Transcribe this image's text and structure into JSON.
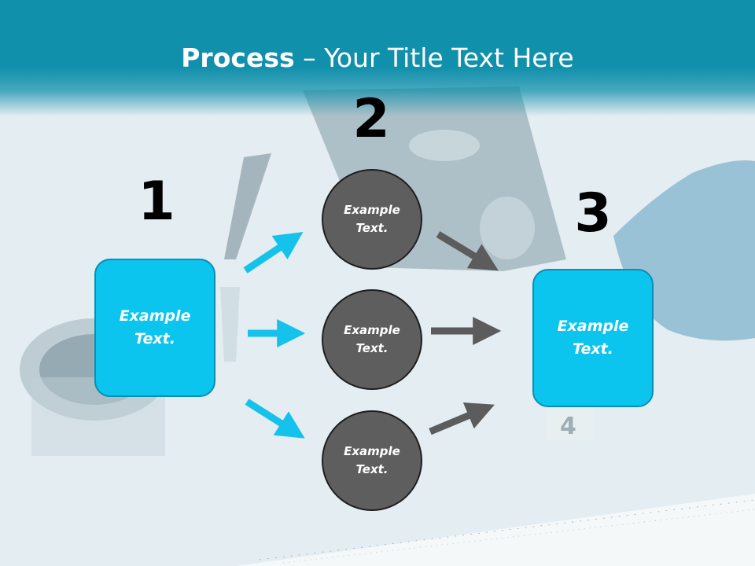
{
  "title": {
    "bold": "Process",
    "rest": " – Your Title Text Here"
  },
  "steps": {
    "one": {
      "number": "1",
      "text": "Example Text."
    },
    "two": {
      "number": "2",
      "circles": [
        {
          "text": "Example Text."
        },
        {
          "text": "Example Text."
        },
        {
          "text": "Example Text."
        }
      ]
    },
    "three": {
      "number": "3",
      "text": "Example Text."
    }
  },
  "colors": {
    "header": "#1190ac",
    "box": "#0bc5ef",
    "box_border": "#0a8fb4",
    "circle": "#5e5e5e",
    "arrow_blue": "#14c2ec",
    "arrow_gray": "#5c5c5c"
  }
}
